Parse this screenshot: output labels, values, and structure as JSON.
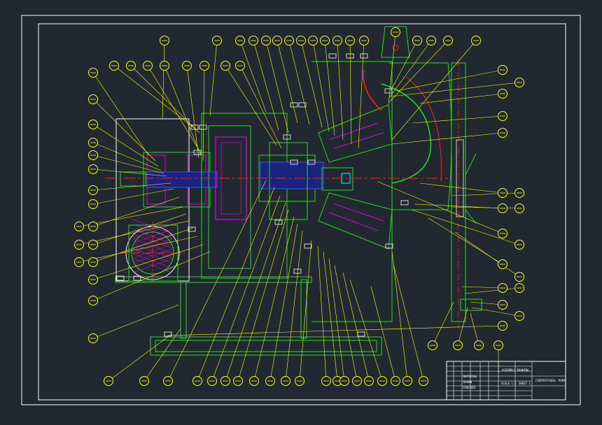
{
  "drawing": {
    "background": "#212830",
    "colors": {
      "frame": "#ffffff",
      "outline": "#22dd22",
      "balloon": "#ffff00",
      "leader": "#ffff00",
      "centerline": "#ff2020",
      "shaft": "#4455ff",
      "hatch": "#ff00ff",
      "accent": "#00ffff",
      "text_small": "#ffffff"
    }
  },
  "title_block": {
    "title": "CENTRIFUGAL PUMP",
    "cells": [
      "ASSEMBLY DRAWING",
      "SCALE 1:5",
      "SHEET 1",
      "MATERIAL",
      "DRAWN",
      "CHECKED"
    ]
  }
}
